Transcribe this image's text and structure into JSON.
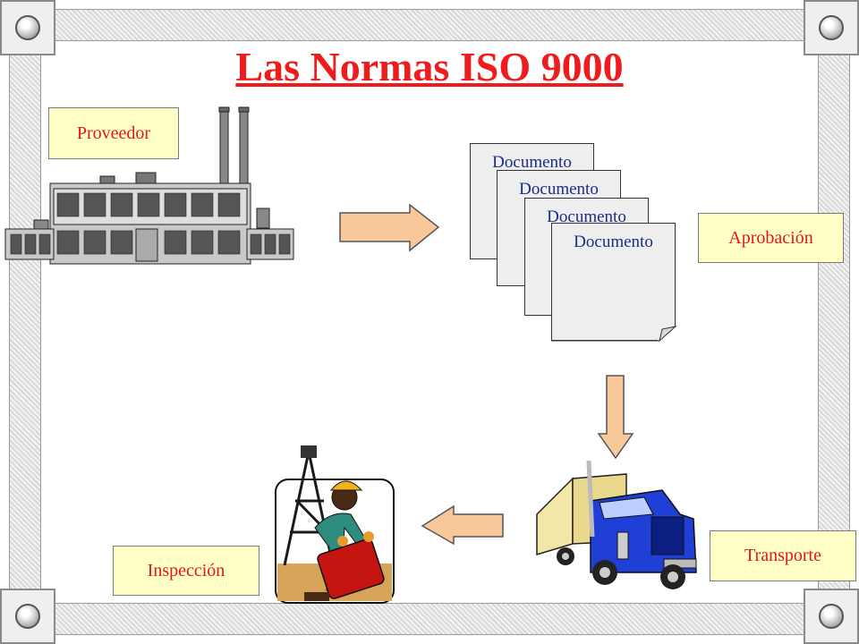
{
  "title": "Las Normas ISO 9000",
  "labels": {
    "supplier": "Proveedor",
    "approval": "Aprobación",
    "transport": "Transporte",
    "inspection": "Inspección"
  },
  "documents": [
    "Documento",
    "Documento",
    "Documento",
    "Documento"
  ],
  "colors": {
    "title": "#ee1c1c",
    "label_text": "#e01818",
    "label_bg": "#ffffc6",
    "arrow_fill": "#f9c89a",
    "document_text": "#1b2c8a",
    "truck_blue": "#1f3fd6"
  },
  "icons": [
    "factory-icon",
    "truck-icon",
    "oil-worker-icon"
  ]
}
